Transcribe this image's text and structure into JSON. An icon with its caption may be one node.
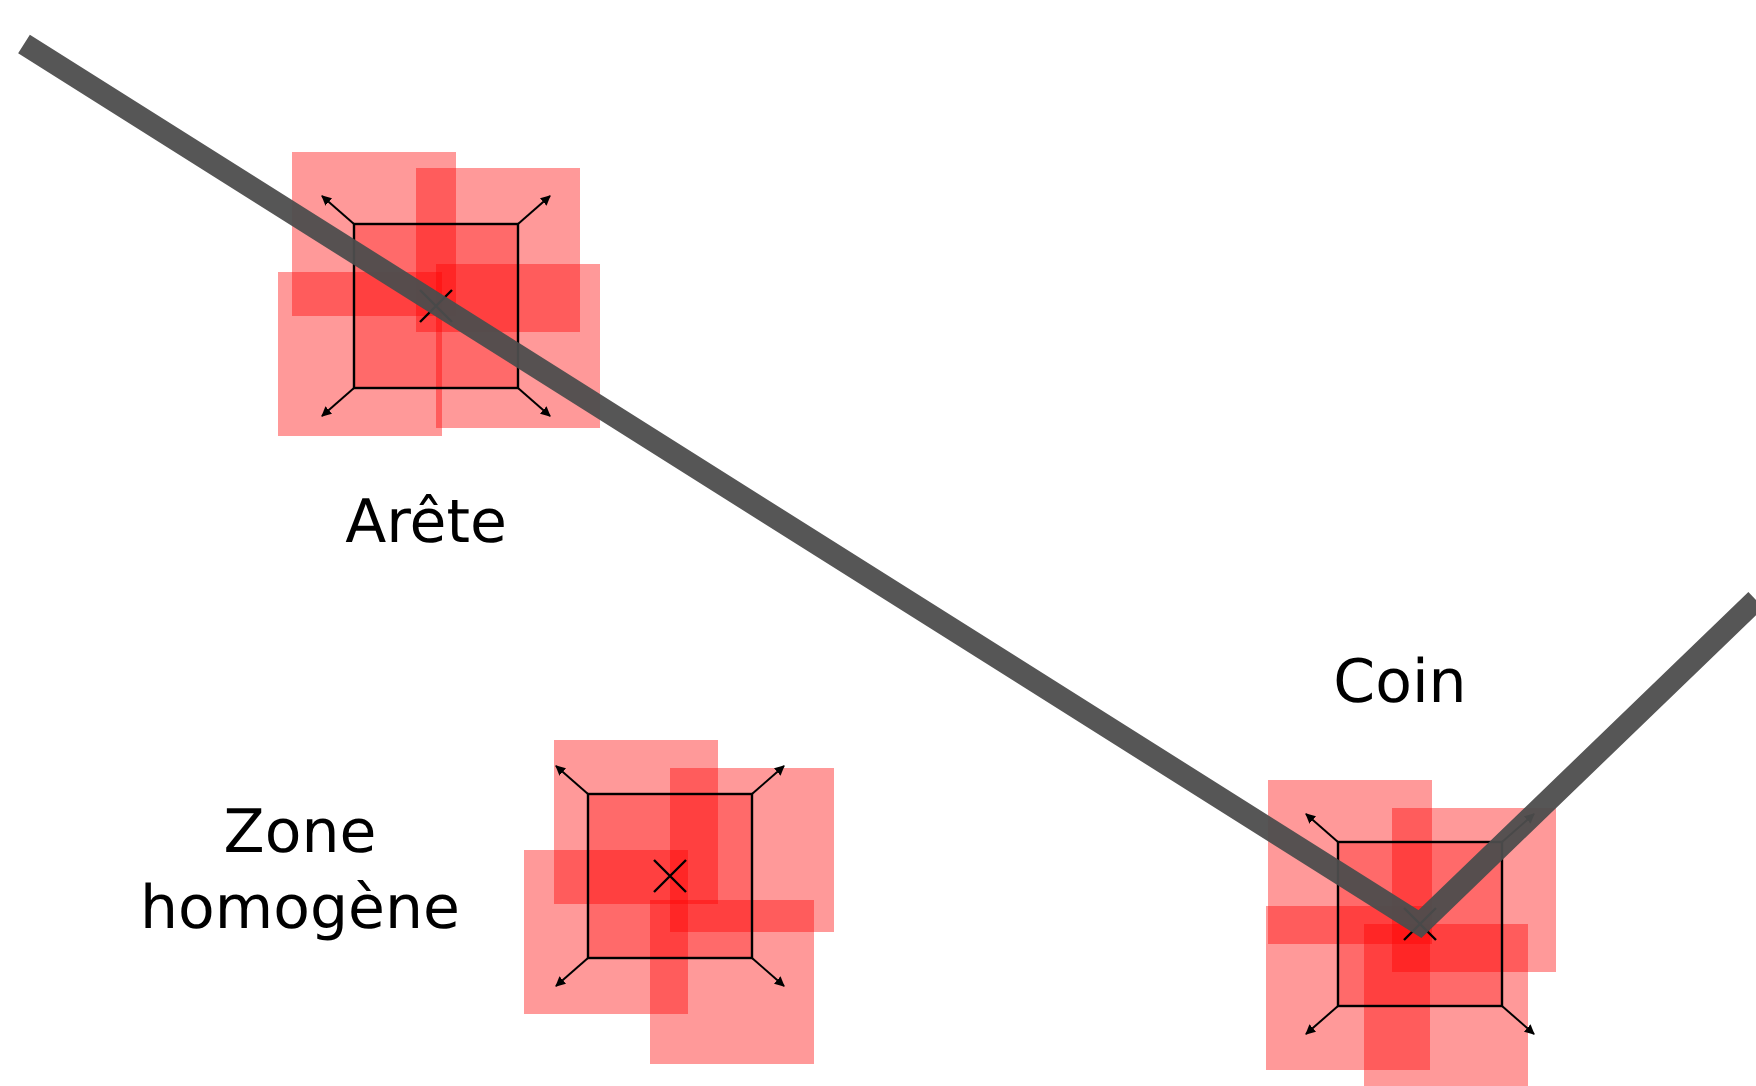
{
  "diagram": {
    "labels": [
      "Arête",
      "Coin",
      "Zone homogène"
    ]
  }
}
